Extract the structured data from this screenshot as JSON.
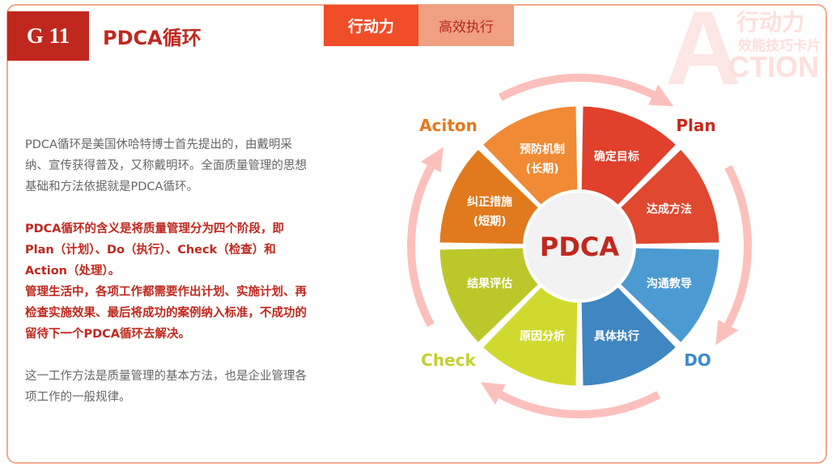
{
  "header": {
    "code": "G 11",
    "title": "PDCA循环"
  },
  "tabs": [
    {
      "label": "行动力"
    },
    {
      "label": "高效执行"
    }
  ],
  "watermark": {
    "letter": "A",
    "line1": "行动力",
    "line2": "效能技巧卡片",
    "line3": "CTION"
  },
  "body": {
    "para1": "PDCA循环是美国休哈特博士首先提出的，由戴明采纳、宣传获得普及，又称戴明环。全面质量管理的思想基础和方法依据就是PDCA循环。",
    "para2a": "PDCA循环的含义是将质量管理分为四个阶段，即Plan（计划）、Do（执行）、Check（检查）和Action（处理）。",
    "para2b": "管理生活中，各项工作都需要作出计划、实施计划、再检查实施效果、最后将成功的案例纳入标准，不成功的留待下一个PDCA循环去解决。",
    "para3": "这一工作方法是质量管理的基本方法，也是企业管理各项工作的一般规律。"
  },
  "wheel": {
    "center": "PDCA",
    "segments": [
      {
        "label": "确定目标",
        "color": "#e0402c"
      },
      {
        "label": "达成方法",
        "color": "#e04830"
      },
      {
        "label": "沟通教导",
        "color": "#4c9ad2"
      },
      {
        "label": "具体执行",
        "color": "#3f86c2"
      },
      {
        "label": "原因分析",
        "color": "#d0da2e"
      },
      {
        "label": "结果评估",
        "color": "#bcc82a"
      },
      {
        "label": "纠正措施",
        "label2": "(短期)",
        "color": "#e07a1c"
      },
      {
        "label": "预防机制",
        "label2": "(长期)",
        "color": "#f08a34"
      }
    ],
    "phases": [
      {
        "label": "Plan",
        "color": "#c8281e"
      },
      {
        "label": "DO",
        "color": "#3f8ac8"
      },
      {
        "label": "Check",
        "color": "#c4d030"
      },
      {
        "label": "Aciton",
        "color": "#e8781c"
      }
    ],
    "arrow_color": "#fcc0bc"
  }
}
